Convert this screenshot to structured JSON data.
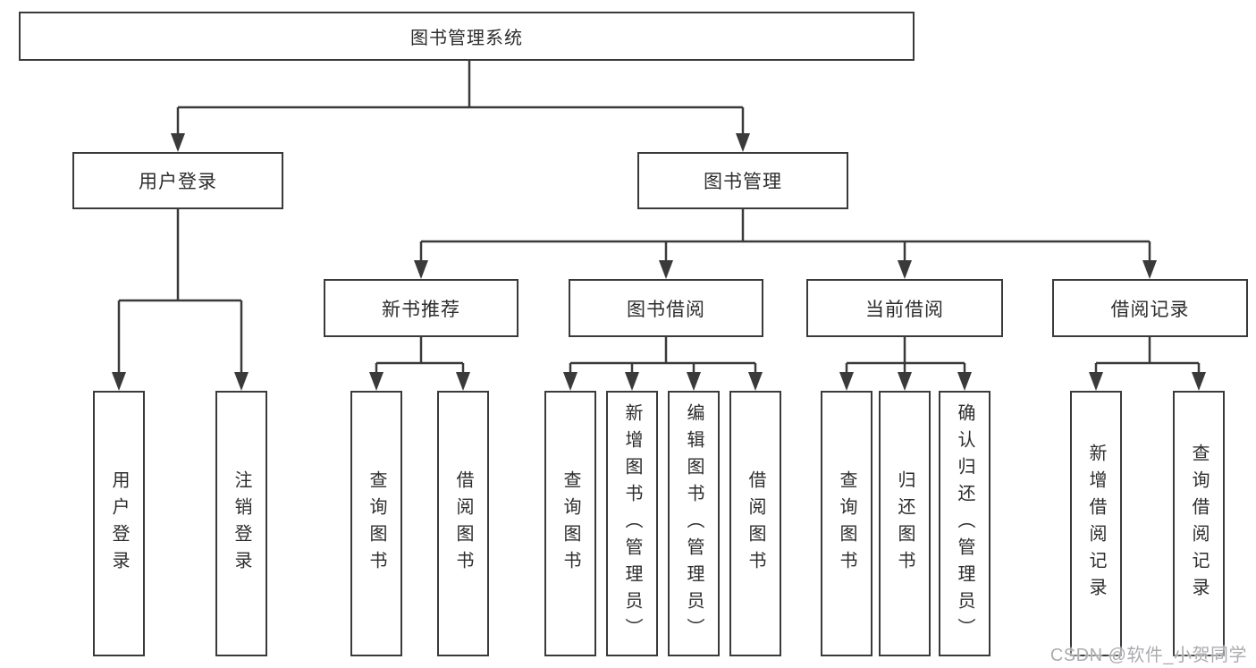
{
  "tree": {
    "root": {
      "label": "图书管理系统"
    },
    "children": [
      {
        "label": "用户登录",
        "children": [
          {
            "label": "用户登录"
          },
          {
            "label": "注销登录"
          }
        ]
      },
      {
        "label": "图书管理",
        "children": [
          {
            "label": "新书推荐",
            "children": [
              {
                "label": "查询图书"
              },
              {
                "label": "借阅图书"
              }
            ]
          },
          {
            "label": "图书借阅",
            "children": [
              {
                "label": "查询图书"
              },
              {
                "label": "新增图书（管理员）"
              },
              {
                "label": "编辑图书（管理员）"
              },
              {
                "label": "借阅图书"
              }
            ]
          },
          {
            "label": "当前借阅",
            "children": [
              {
                "label": "查询图书"
              },
              {
                "label": "归还图书"
              },
              {
                "label": "确认归还（管理员）"
              }
            ]
          },
          {
            "label": "借阅记录",
            "children": [
              {
                "label": "新增借阅记录"
              },
              {
                "label": "查询借阅记录"
              }
            ]
          }
        ]
      }
    ]
  },
  "watermark": {
    "text": "CSDN @软件_小贺同学"
  },
  "colors": {
    "line": "#3a3a3a",
    "text": "#2d2d2d",
    "watermark": "#a8a8ad"
  }
}
